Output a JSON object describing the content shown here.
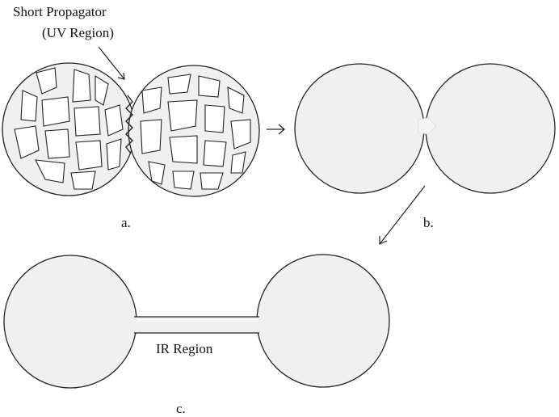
{
  "labels": {
    "short_propagator": "Short Propagator",
    "uv_region": "(UV  Region)",
    "ir_region": "IR Region",
    "panel_a": "a.",
    "panel_b": "b.",
    "panel_c": "c."
  },
  "colors": {
    "fill": "#f0f0f0",
    "stroke": "#222222",
    "hole": "#ffffff"
  }
}
